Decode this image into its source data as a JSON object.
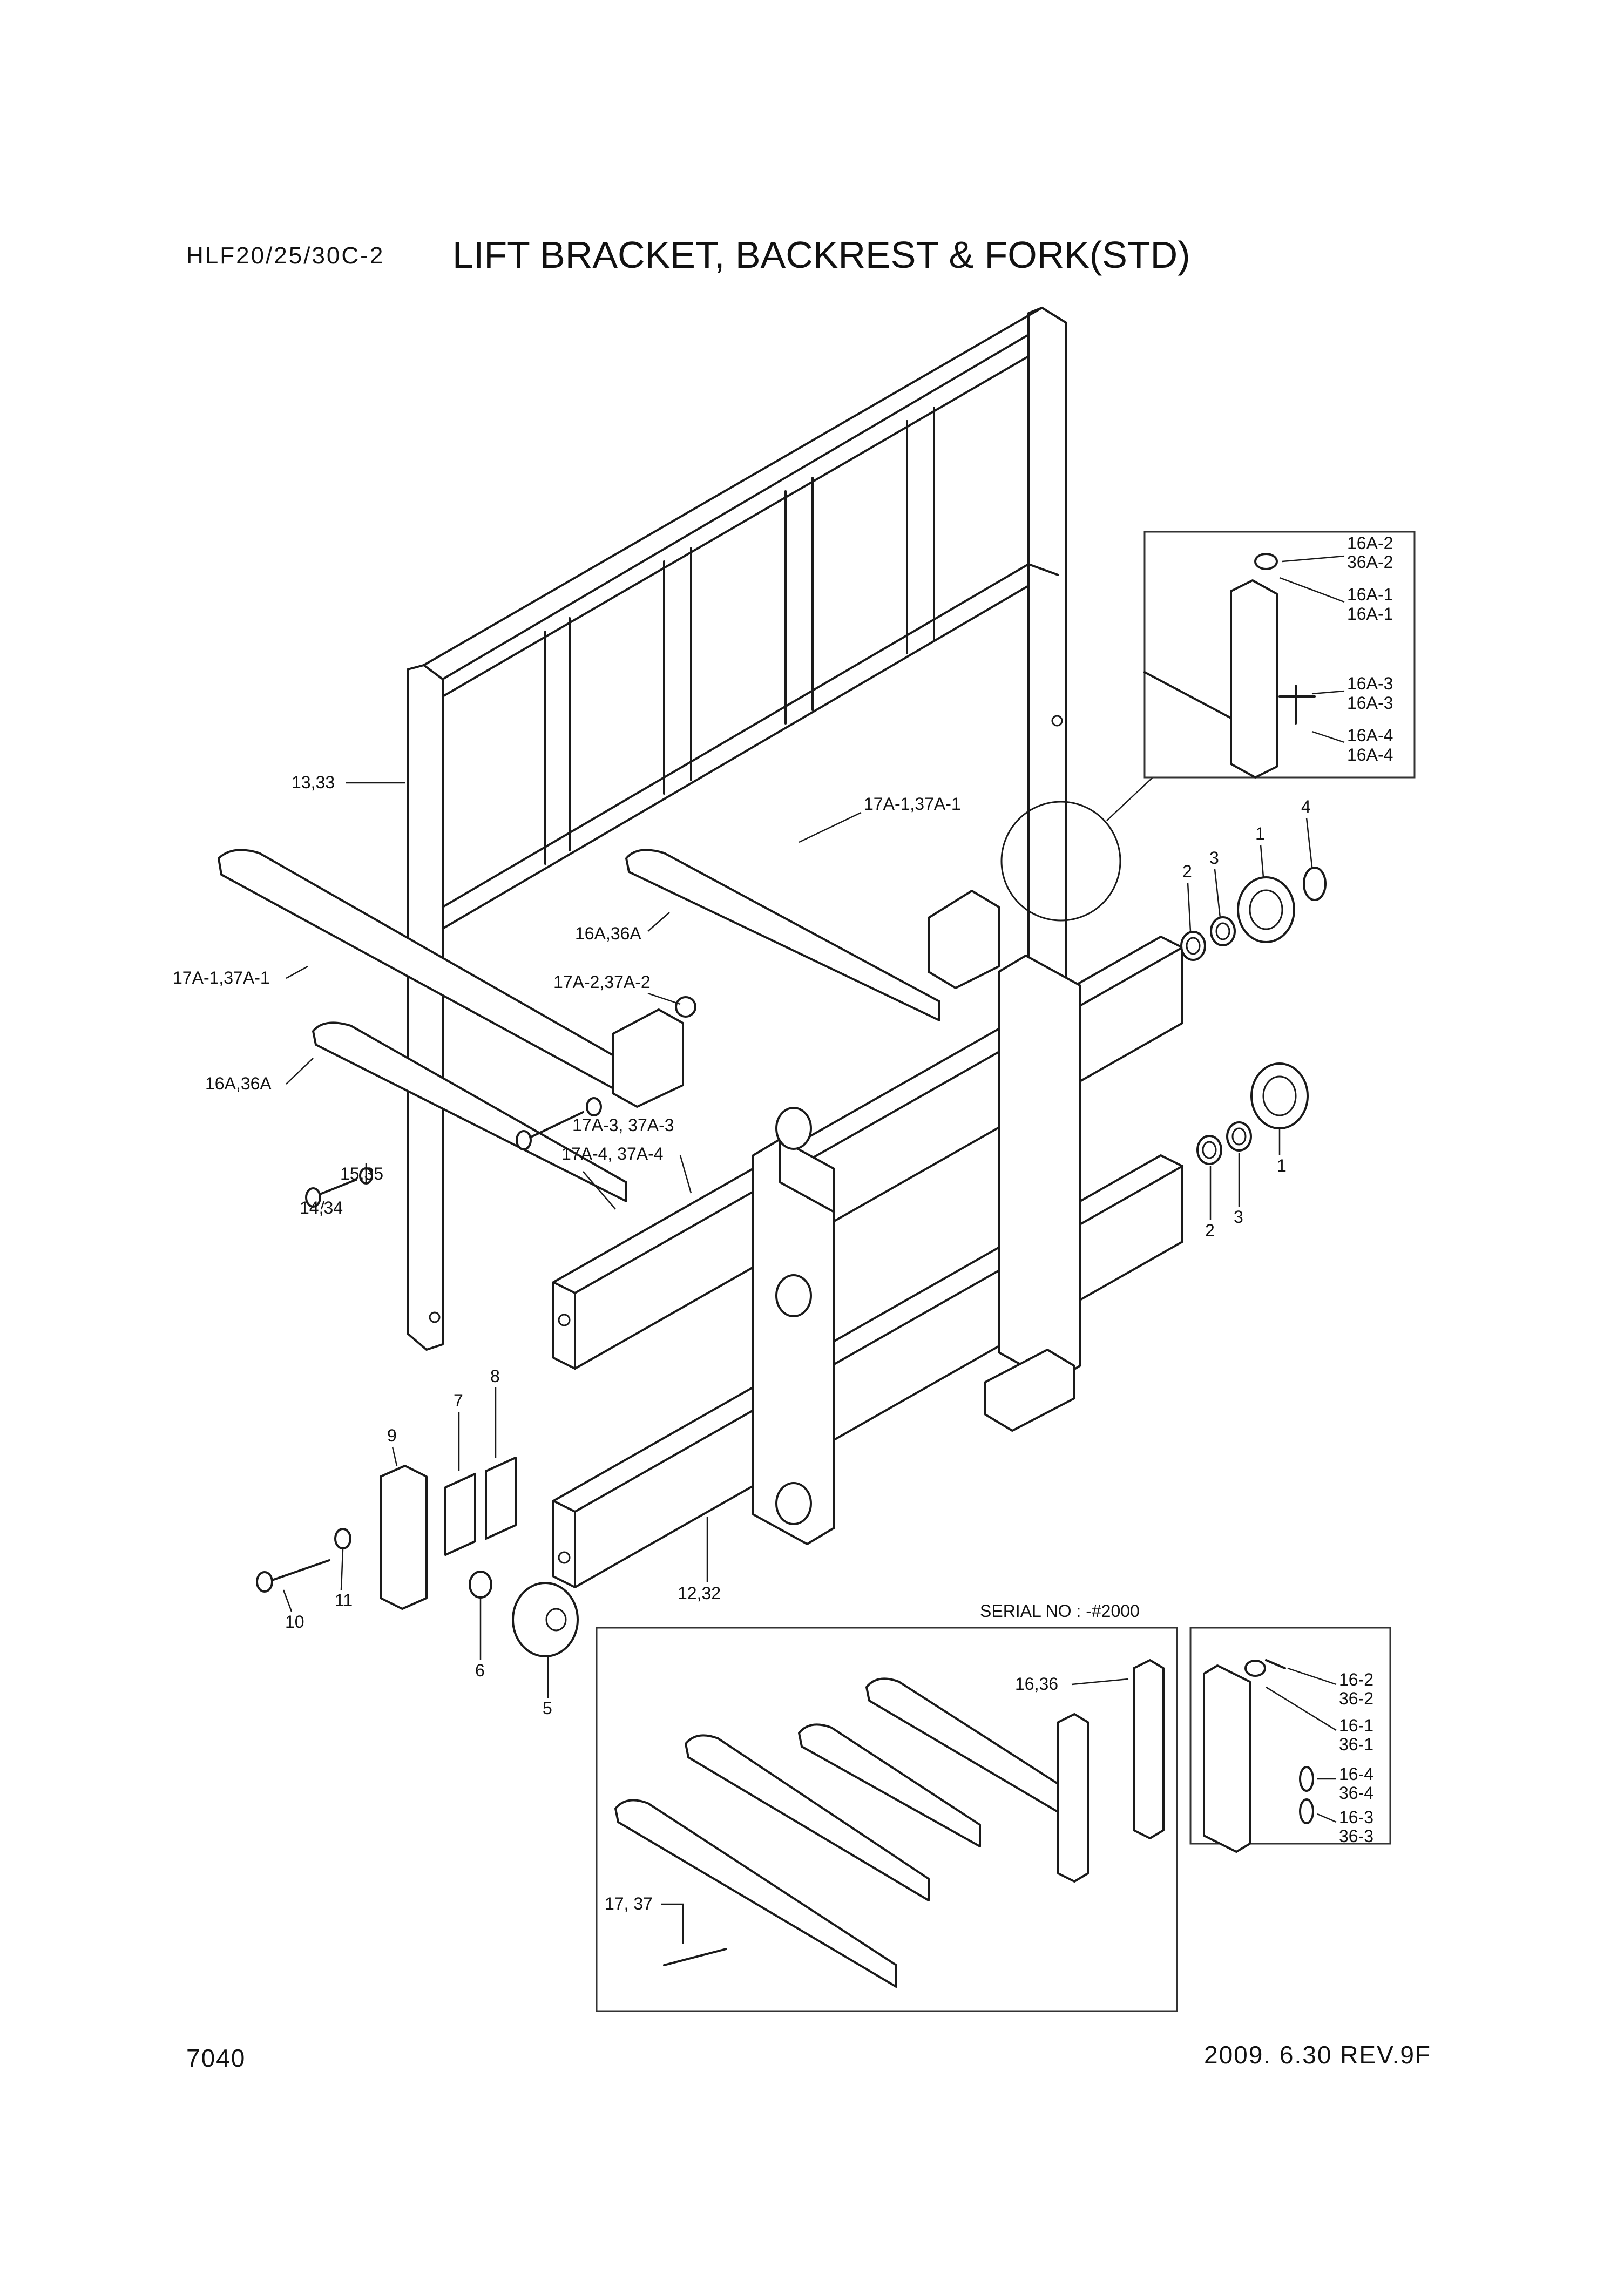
{
  "header": {
    "model": "HLF20/25/30C-2",
    "title": "LIFT BRACKET, BACKREST & FORK(STD)"
  },
  "footer": {
    "page_number": "7040",
    "revision": "2009. 6.30 REV.9F"
  },
  "inset_upper": {
    "labels": [
      "16A-2",
      "36A-2",
      "16A-1",
      "16A-1",
      "16A-3",
      "16A-3",
      "16A-4",
      "16A-4"
    ]
  },
  "main_labels": {
    "backrest": "13,33",
    "fork_17a1_right": "17A-1,37A-1",
    "fork_17a1_left": "17A-1,37A-1",
    "fork_16a_right": "16A,36A",
    "fork_16a_left": "16A,36A",
    "part_17a2": "17A-2,37A-2",
    "part_17a3": "17A-3, 37A-3",
    "part_17a4": "17A-4, 37A-4",
    "part_15_35": "15,35",
    "part_14_34": "14,34",
    "part_12_32": "12,32",
    "upper_roller": {
      "num2": "2",
      "num3": "3",
      "num1": "1",
      "num4": "4"
    },
    "lower_roller": {
      "num1": "1",
      "num2": "2",
      "num3": "3"
    },
    "side_roller": {
      "num7": "7",
      "num8": "8",
      "num9": "9",
      "num10": "10",
      "num11": "11",
      "num6": "6",
      "num5": "5"
    }
  },
  "inset_lower": {
    "serial": "SERIAL NO : -#2000",
    "fork_assembly": "16,36",
    "fork_17_37": "17, 37",
    "detail_labels": [
      "16-2",
      "36-2",
      "16-1",
      "36-1",
      "16-4",
      "36-4",
      "16-3",
      "36-3"
    ]
  }
}
